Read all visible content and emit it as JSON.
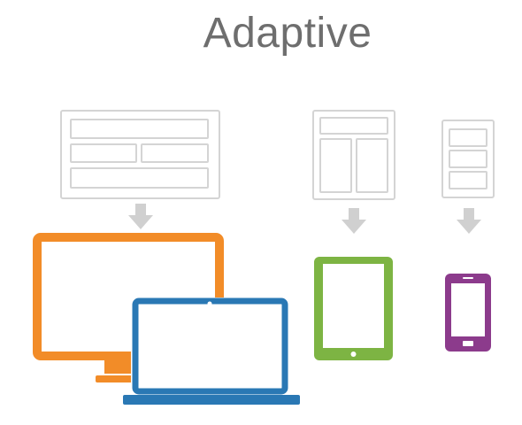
{
  "title": "Adaptive",
  "colors": {
    "wireframe": "#d4d4d4",
    "arrow": "#d0d0d0",
    "monitor": "#f28c28",
    "laptop": "#2a78b4",
    "tablet": "#7db443",
    "phone": "#8c3b8c"
  },
  "groups": [
    {
      "device": "desktop-monitor",
      "icon": "monitor-icon",
      "layout": "wide-wireframe"
    },
    {
      "device": "laptop",
      "icon": "laptop-icon",
      "layout": "wide-wireframe"
    },
    {
      "device": "tablet",
      "icon": "tablet-icon",
      "layout": "medium-wireframe"
    },
    {
      "device": "phone",
      "icon": "phone-icon",
      "layout": "narrow-wireframe"
    }
  ]
}
